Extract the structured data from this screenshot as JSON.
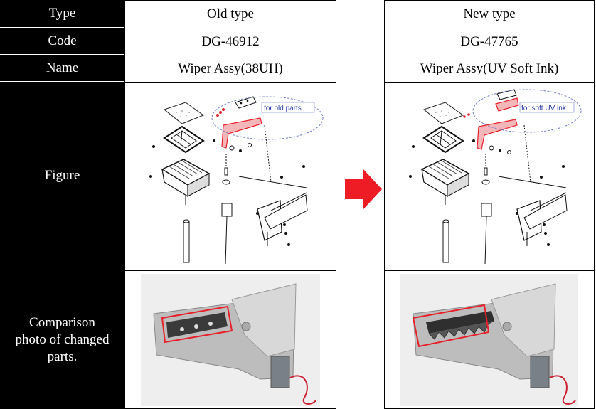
{
  "rows": {
    "type_label": "Type",
    "code_label": "Code",
    "name_label": "Name",
    "figure_label": "Figure",
    "photo_label_lines": [
      "Comparison",
      "photo of changed",
      "parts."
    ]
  },
  "old": {
    "type": "Old type",
    "code": "DG-46912",
    "name": "Wiper Assy(38UH)",
    "figure_callout": "for old  parts"
  },
  "new": {
    "type": "New type",
    "code": "DG-47765",
    "name": "Wiper Assy(UV Soft Ink)",
    "figure_callout": "for soft UV ink"
  },
  "colors": {
    "header_bg": "#000000",
    "header_text": "#ffffff",
    "highlight_red": "#e8202a",
    "callout_blue": "#2a3ea8",
    "arrow_red": "#ee1c24"
  }
}
